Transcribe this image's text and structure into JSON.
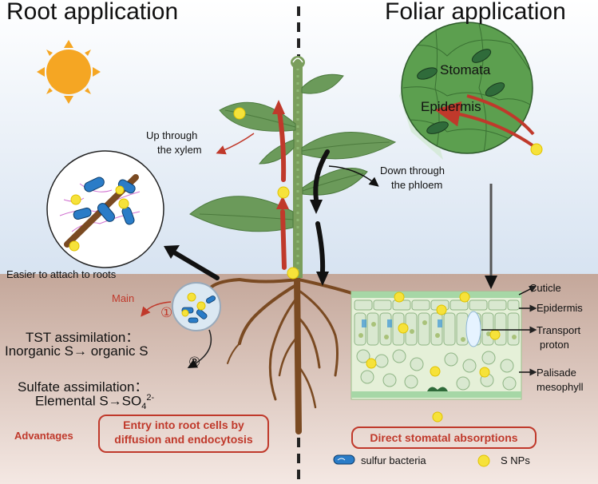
{
  "titles": {
    "left": "Root application",
    "right": "Foliar application"
  },
  "leaf_magnifier": {
    "stomata": "Stomata",
    "epidermis": "Epidermis"
  },
  "flows": {
    "up_xylem_line1": "Up through",
    "up_xylem_line2": "the xylem",
    "down_phloem_line1": "Down through",
    "down_phloem_line2": "the phloem"
  },
  "root_side": {
    "attach": "Easier to attach to roots",
    "main": "Main",
    "step1": "①",
    "step2": "②",
    "tst_line1": "TST assimilation：",
    "tst_line2": "Inorganic S→ organic S",
    "sulfate_line1": "Sulfate assimilation：",
    "sulfate_line2_prefix": "Elemental S→SO",
    "sulfate_sub": "4",
    "sulfate_sup": "2-",
    "advantages": "Advantages",
    "entry_line1": "Entry into root cells by",
    "entry_line2": "diffusion and endocytosis"
  },
  "leaf_section": {
    "cuticle": "Cuticle",
    "epidermis": "Epidermis",
    "transport_line1": "Transport",
    "transport_line2": "proton",
    "palisade_line1": "Palisade",
    "palisade_line2": "mesophyll",
    "direct": "Direct stomatal absorptions"
  },
  "legend": {
    "bacteria": "sulfur bacteria",
    "nps": "S NPs"
  },
  "colors": {
    "sky_top": "#ffffff",
    "sky_bottom": "#d7e3f1",
    "soil_top": "#c4a79a",
    "soil_bottom": "#f4e8e3",
    "leaf": "#6b9a5a",
    "stem": "#7a9e5c",
    "root": "#7a4a22",
    "arrow_red": "#c0392b",
    "np_yellow": "#f6e23a",
    "sun": "#f5a623",
    "bacteria_blue": "#3b95d6"
  },
  "icons": [
    "sun-icon",
    "sulfur-bacteria-icon",
    "s-np-icon"
  ]
}
